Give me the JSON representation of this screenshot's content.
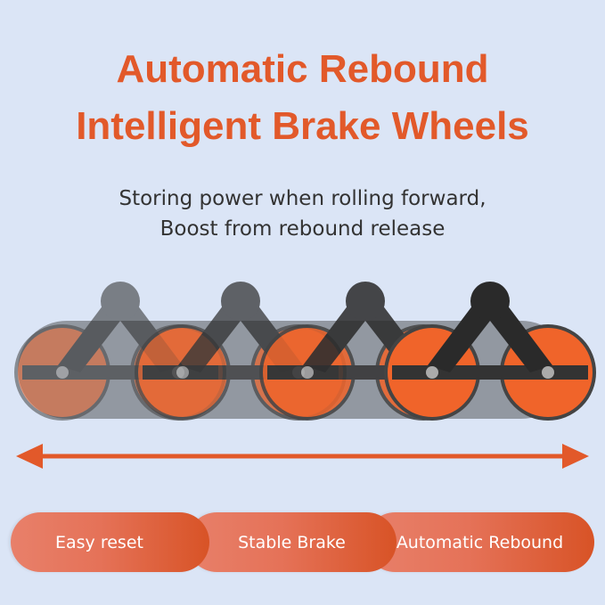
{
  "headline": {
    "line1": "Automatic Rebound",
    "line2": "Intelligent Brake Wheels"
  },
  "subheadline": {
    "line1": "Storing power when rolling forward,",
    "line2": "Boost from rebound release"
  },
  "features": [
    {
      "label": "Easy reset"
    },
    {
      "label": "Stable Brake"
    },
    {
      "label": "Automatic Rebound"
    }
  ],
  "colors": {
    "accent": "#e2592a",
    "background": "#dbe5f6",
    "wheel": "#f0642a",
    "frame": "#2a2a2a"
  }
}
